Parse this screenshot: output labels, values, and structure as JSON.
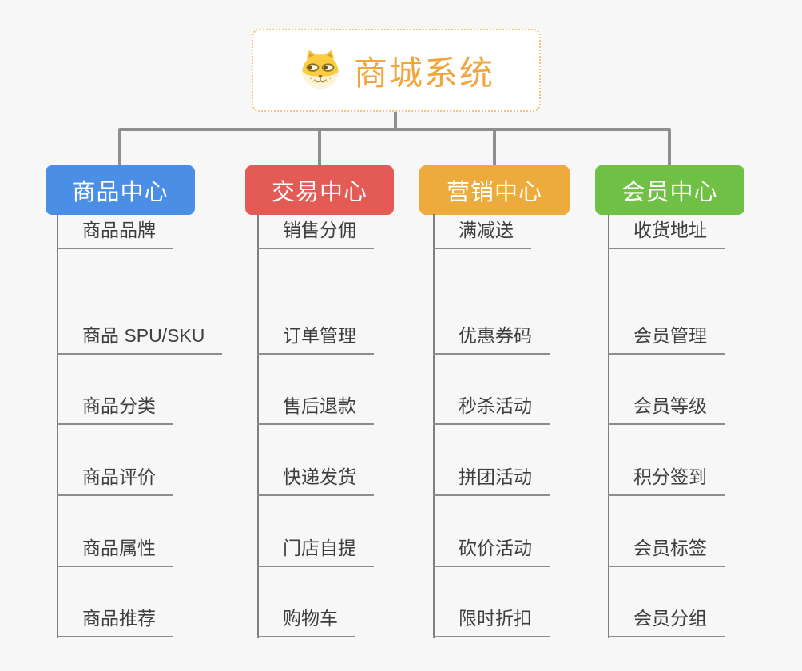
{
  "root": {
    "title": "商城系统",
    "icon": "doge-icon"
  },
  "branches": [
    {
      "label": "商品中心",
      "color": "#4a8ee6",
      "items": [
        "商品 SPU/SKU",
        "商品分类",
        "商品评价",
        "商品属性",
        "商品推荐",
        "商品品牌"
      ]
    },
    {
      "label": "交易中心",
      "color": "#e45a55",
      "items": [
        "订单管理",
        "售后退款",
        "快递发货",
        "门店自提",
        "购物车",
        "销售分佣"
      ]
    },
    {
      "label": "营销中心",
      "color": "#edaa3d",
      "items": [
        "优惠券码",
        "秒杀活动",
        "拼团活动",
        "砍价活动",
        "限时折扣",
        "满减送"
      ]
    },
    {
      "label": "会员中心",
      "color": "#6fc044",
      "items": [
        "会员管理",
        "会员等级",
        "积分签到",
        "会员标签",
        "会员分组",
        "收货地址"
      ]
    }
  ],
  "colors": {
    "background": "#f7f7f7",
    "connector": "#8f8f8f",
    "leaf_line": "#8d8d8d",
    "root_border": "#f2c377",
    "title_text": "#f0a63e",
    "leaf_text": "#3e3e3e"
  }
}
